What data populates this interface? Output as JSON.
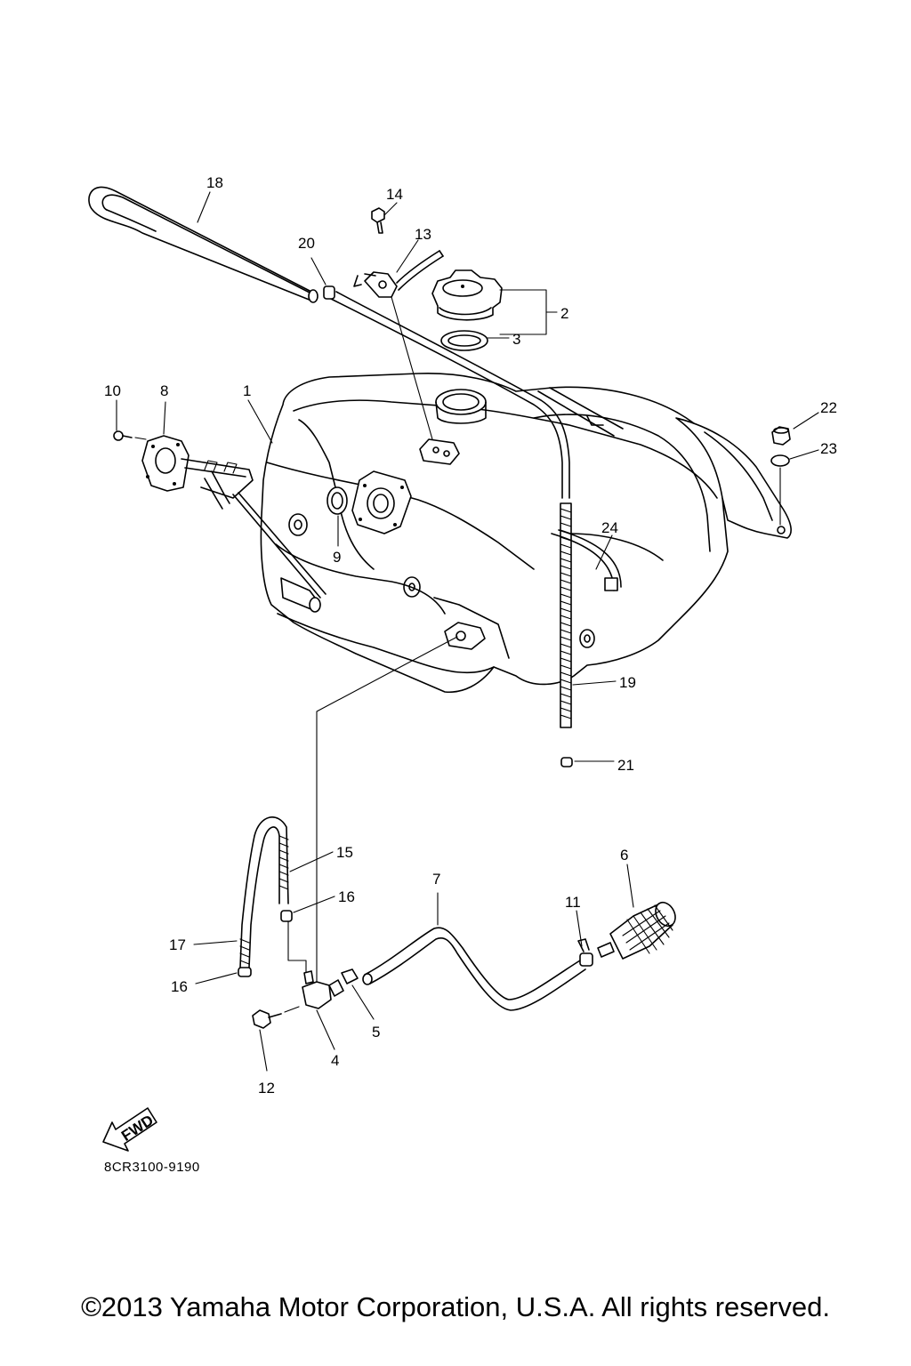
{
  "diagram": {
    "callouts": [
      {
        "id": "18",
        "label": "18"
      },
      {
        "id": "14",
        "label": "14"
      },
      {
        "id": "13",
        "label": "13"
      },
      {
        "id": "20",
        "label": "20"
      },
      {
        "id": "2",
        "label": "2"
      },
      {
        "id": "3",
        "label": "3"
      },
      {
        "id": "10",
        "label": "10"
      },
      {
        "id": "8",
        "label": "8"
      },
      {
        "id": "1",
        "label": "1"
      },
      {
        "id": "22",
        "label": "22"
      },
      {
        "id": "23",
        "label": "23"
      },
      {
        "id": "24",
        "label": "24"
      },
      {
        "id": "9",
        "label": "9"
      },
      {
        "id": "19",
        "label": "19"
      },
      {
        "id": "21",
        "label": "21"
      },
      {
        "id": "15",
        "label": "15"
      },
      {
        "id": "6",
        "label": "6"
      },
      {
        "id": "7",
        "label": "7"
      },
      {
        "id": "16a",
        "label": "16"
      },
      {
        "id": "11",
        "label": "11"
      },
      {
        "id": "17",
        "label": "17"
      },
      {
        "id": "16b",
        "label": "16"
      },
      {
        "id": "5",
        "label": "5"
      },
      {
        "id": "4",
        "label": "4"
      },
      {
        "id": "12",
        "label": "12"
      }
    ],
    "fwd_label": "FWD",
    "part_code": "8CR3100-9190"
  },
  "footer": {
    "copyright": "©2013 Yamaha Motor Corporation, U.S.A. All rights reserved."
  }
}
